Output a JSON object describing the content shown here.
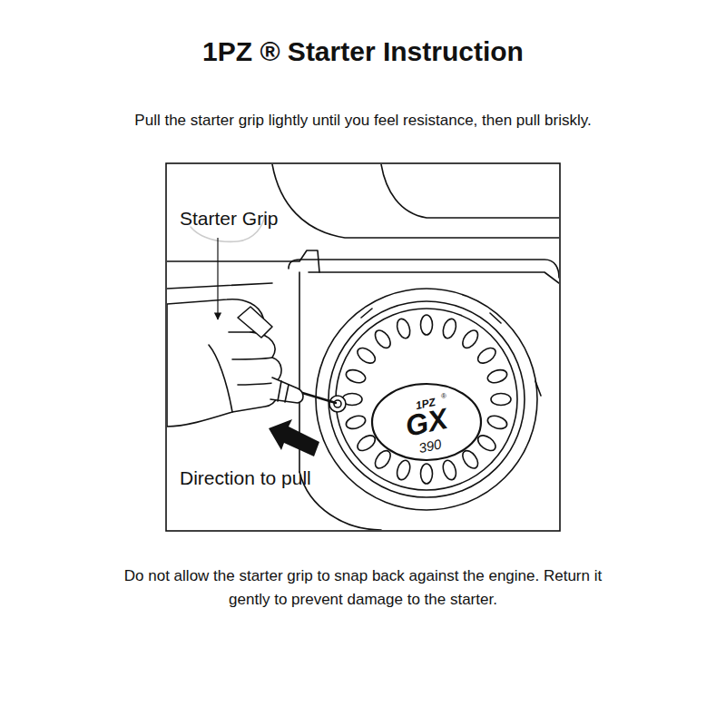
{
  "diagram": {
    "title": "1PZ ® Starter Instruction",
    "caption": "Do not allow the starter grip to snap back against the engine. Return it gently to prevent damage to the starter.",
    "labels": [
      "Pull the starter grip lightly until you feel resistance, then pull briskly.",
      "Starter Grip",
      "Direction to pull",
      "1PZ",
      "®",
      "GX",
      "390"
    ]
  }
}
